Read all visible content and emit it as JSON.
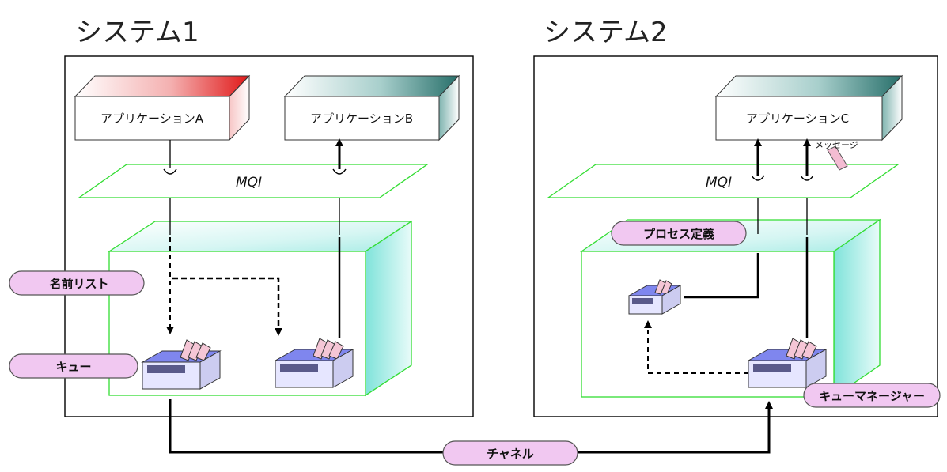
{
  "systems": [
    {
      "title": "システム1"
    },
    {
      "title": "システム2"
    }
  ],
  "applications": {
    "a": "アプリケーションA",
    "b": "アプリケーションB",
    "c": "アプリケーションC"
  },
  "mqi": {
    "label": "MQI"
  },
  "labels": {
    "name_list": "名前リスト",
    "queue": "キュー",
    "process_definition": "プロセス定義",
    "queue_manager": "キューマネージャー",
    "channel": "チャネル",
    "message": "メッセージ"
  },
  "colors": {
    "app_a_accent": "#e02020",
    "app_teal_accent": "#2f7f79",
    "platform_outline": "#33dd33",
    "qm_fill": "#bff3ee",
    "pill_fill": "#f1c8f1",
    "queue_blue": "#7f86ee",
    "queue_pink": "#f5c6d6",
    "message_pink": "#f3bcd2"
  }
}
